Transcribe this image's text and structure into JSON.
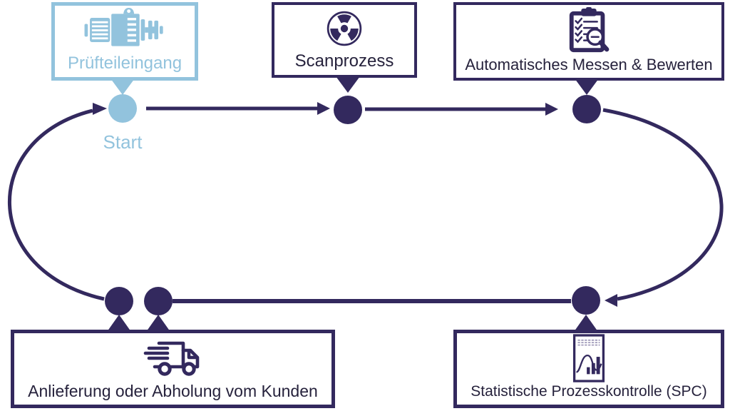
{
  "diagram": {
    "start_label": "Start",
    "colors": {
      "navy": "#33295E",
      "light_blue": "#92C3DD",
      "label_text": "#26223C",
      "background": "#FFFFFF"
    },
    "nodes": [
      {
        "label": "Prüfteileingang",
        "icon": "electric-motor-icon",
        "variant": "highlight-blue"
      },
      {
        "label": "Scanprozess",
        "icon": "radiation-icon",
        "variant": "default"
      },
      {
        "label": "Automatisches Messen & Bewerten",
        "icon": "checklist-magnifier-icon",
        "variant": "default"
      },
      {
        "label": "Anlieferung oder Abholung vom Kunden",
        "icon": "delivery-truck-icon",
        "variant": "default"
      },
      {
        "label": "Statistische Prozesskontrolle (SPC)",
        "icon": "spc-document-icon",
        "variant": "default"
      }
    ],
    "edges": [
      {
        "from": "Prüfteileingang",
        "to": "Scanprozess",
        "type": "straight-arrow"
      },
      {
        "from": "Scanprozess",
        "to": "Automatisches Messen & Bewerten",
        "type": "straight-arrow"
      },
      {
        "from": "Automatisches Messen & Bewerten",
        "to": "Statistische Prozesskontrolle (SPC)",
        "type": "curved-arrow"
      },
      {
        "from": "Statistische Prozesskontrolle (SPC)",
        "to": "Anlieferung oder Abholung vom Kunden",
        "type": "straight-line"
      },
      {
        "from": "Anlieferung oder Abholung vom Kunden",
        "to": "Prüfteileingang",
        "type": "curved-arrow"
      }
    ]
  }
}
